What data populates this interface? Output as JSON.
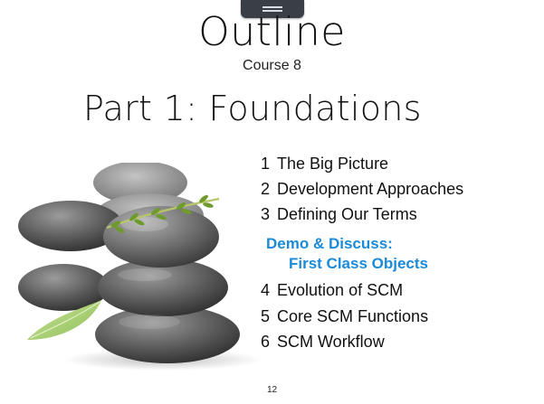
{
  "slide": {
    "title": "Outline",
    "subtitle": "Course 8",
    "part_heading": "Part 1: Foundations",
    "agenda_before": [
      {
        "number": "1",
        "label": "The Big Picture"
      },
      {
        "number": "2",
        "label": "Development Approaches"
      },
      {
        "number": "3",
        "label": "Defining Our Terms"
      }
    ],
    "demo": {
      "line1": "Demo & Discuss:",
      "line2": "First Class Objects",
      "color": "#1b8ad8"
    },
    "agenda_after": [
      {
        "number": "4",
        "label": "Evolution of SCM"
      },
      {
        "number": "5",
        "label": "Core SCM Functions"
      },
      {
        "number": "6",
        "label": "SCM Workflow"
      }
    ],
    "page_number": "12"
  },
  "colors": {
    "background": "#ffffff",
    "text": "#111111",
    "accent": "#1b8ad8",
    "handle": "#3a3f47"
  },
  "icons": {
    "top_handle": "menu-handle-icon",
    "image": "zen-stones-illustration"
  }
}
